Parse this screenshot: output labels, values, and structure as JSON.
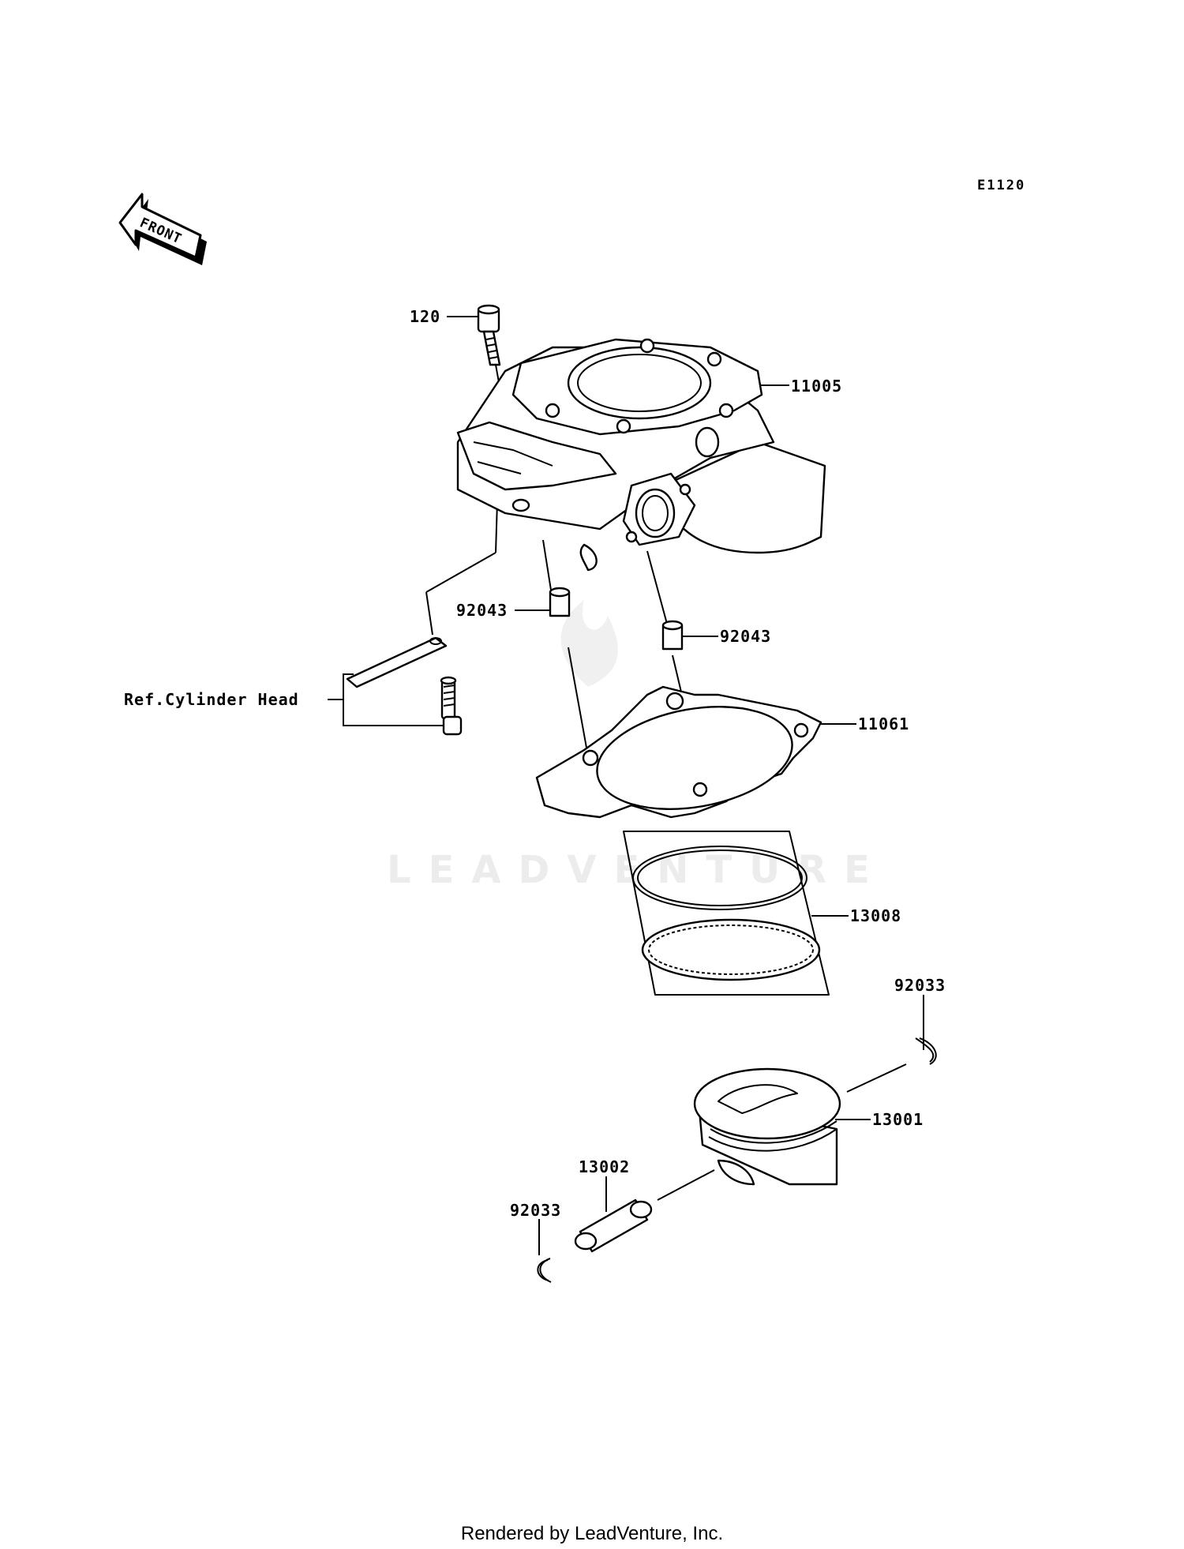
{
  "diagram_code": "E1120",
  "front_label": "FRONT",
  "watermark": "LEADVENTURE",
  "footer": "Rendered by LeadVenture, Inc.",
  "callouts": {
    "bolt": "120",
    "cylinder": "11005",
    "dowel_left": "92043",
    "dowel_right": "92043",
    "ref_cylinder_head": "Ref.Cylinder Head",
    "gasket": "11061",
    "ring_set": "13008",
    "clip_right": "92033",
    "piston": "13001",
    "pin": "13002",
    "clip_left": "92033"
  }
}
